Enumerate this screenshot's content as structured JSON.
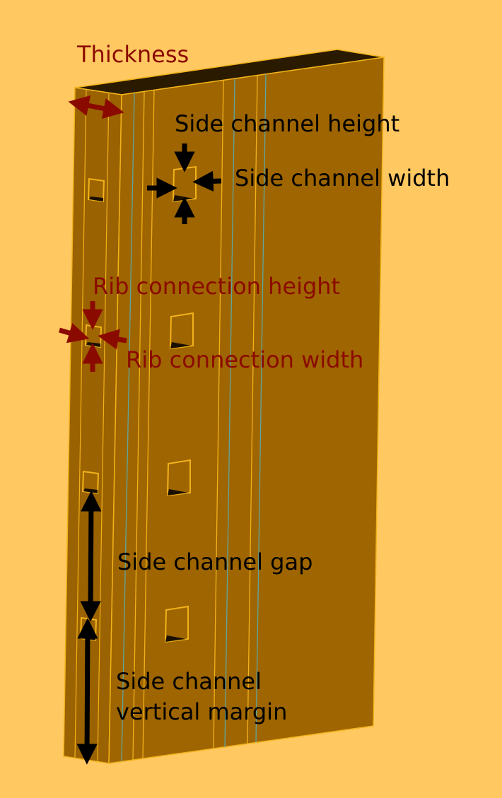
{
  "colors": {
    "background": "#FFC861",
    "panel_face": "#9E6500",
    "panel_side": "#9A6200",
    "panel_top": "#2A1A00",
    "edge": "#F2B21A",
    "seam": "#5FA6A0",
    "label_red": "#8B0A00",
    "label_black": "#000000"
  },
  "labels": {
    "thickness": "Thickness",
    "side_channel_height": "Side channel height",
    "side_channel_width": "Side channel width",
    "rib_connection_height": "Rib connection height",
    "rib_connection_width": "Rib connection width",
    "side_channel_gap": "Side channel gap",
    "side_channel_vertical_margin_line1": "Side channel",
    "side_channel_vertical_margin_line2": "vertical margin"
  }
}
